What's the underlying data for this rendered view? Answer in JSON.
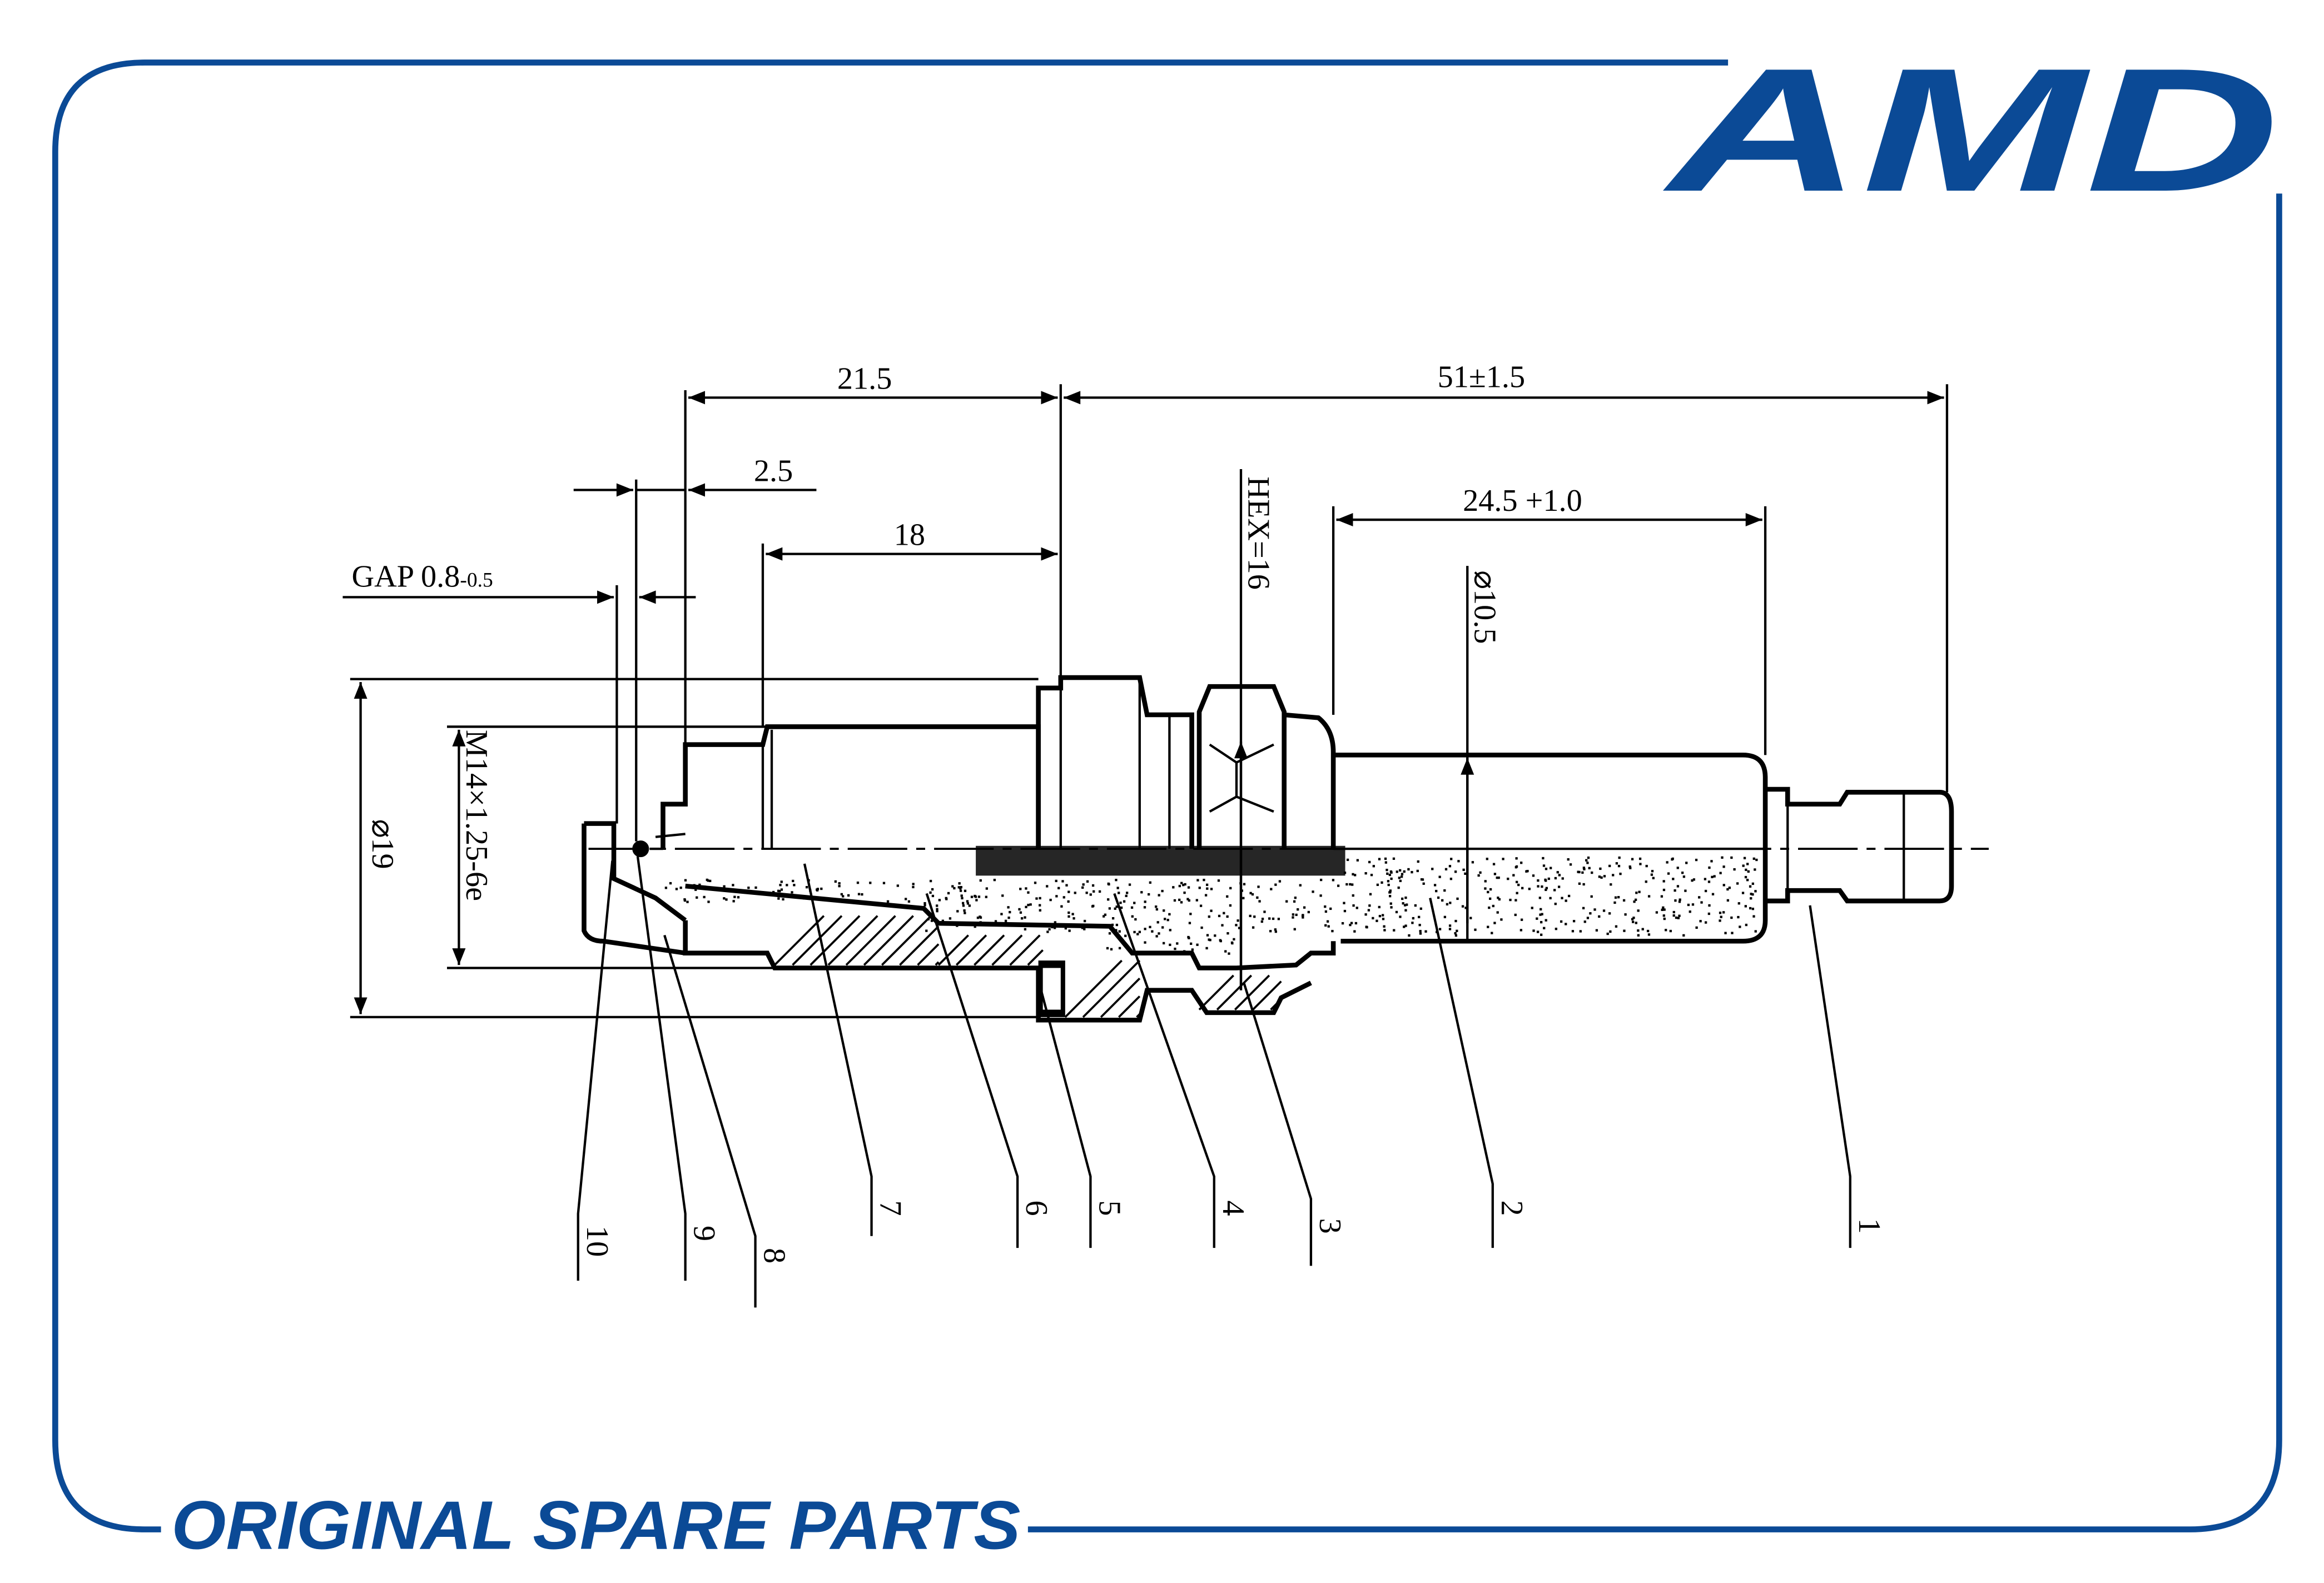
{
  "brand": {
    "logo": "AMD",
    "tagline": "ORIGINAL SPARE PARTS"
  },
  "colors": {
    "brand": "#0b4a96",
    "line": "#000000"
  },
  "dimensions": {
    "shell_length": "21.5",
    "overall_length": "51±1.5",
    "tip_projection": "2.5",
    "thread_reach": "18",
    "gap_label": "GAP 0.8",
    "gap_tolerance": "-0.5",
    "hex": "HEX=16",
    "insulator_length": "24.5 +1.0",
    "insulator_diameter": "⌀10.5",
    "thread": "M14×1.25-6e",
    "shell_diameter": "⌀19"
  },
  "callouts": [
    "1",
    "2",
    "3",
    "4",
    "5",
    "6",
    "7",
    "8",
    "9",
    "10"
  ]
}
